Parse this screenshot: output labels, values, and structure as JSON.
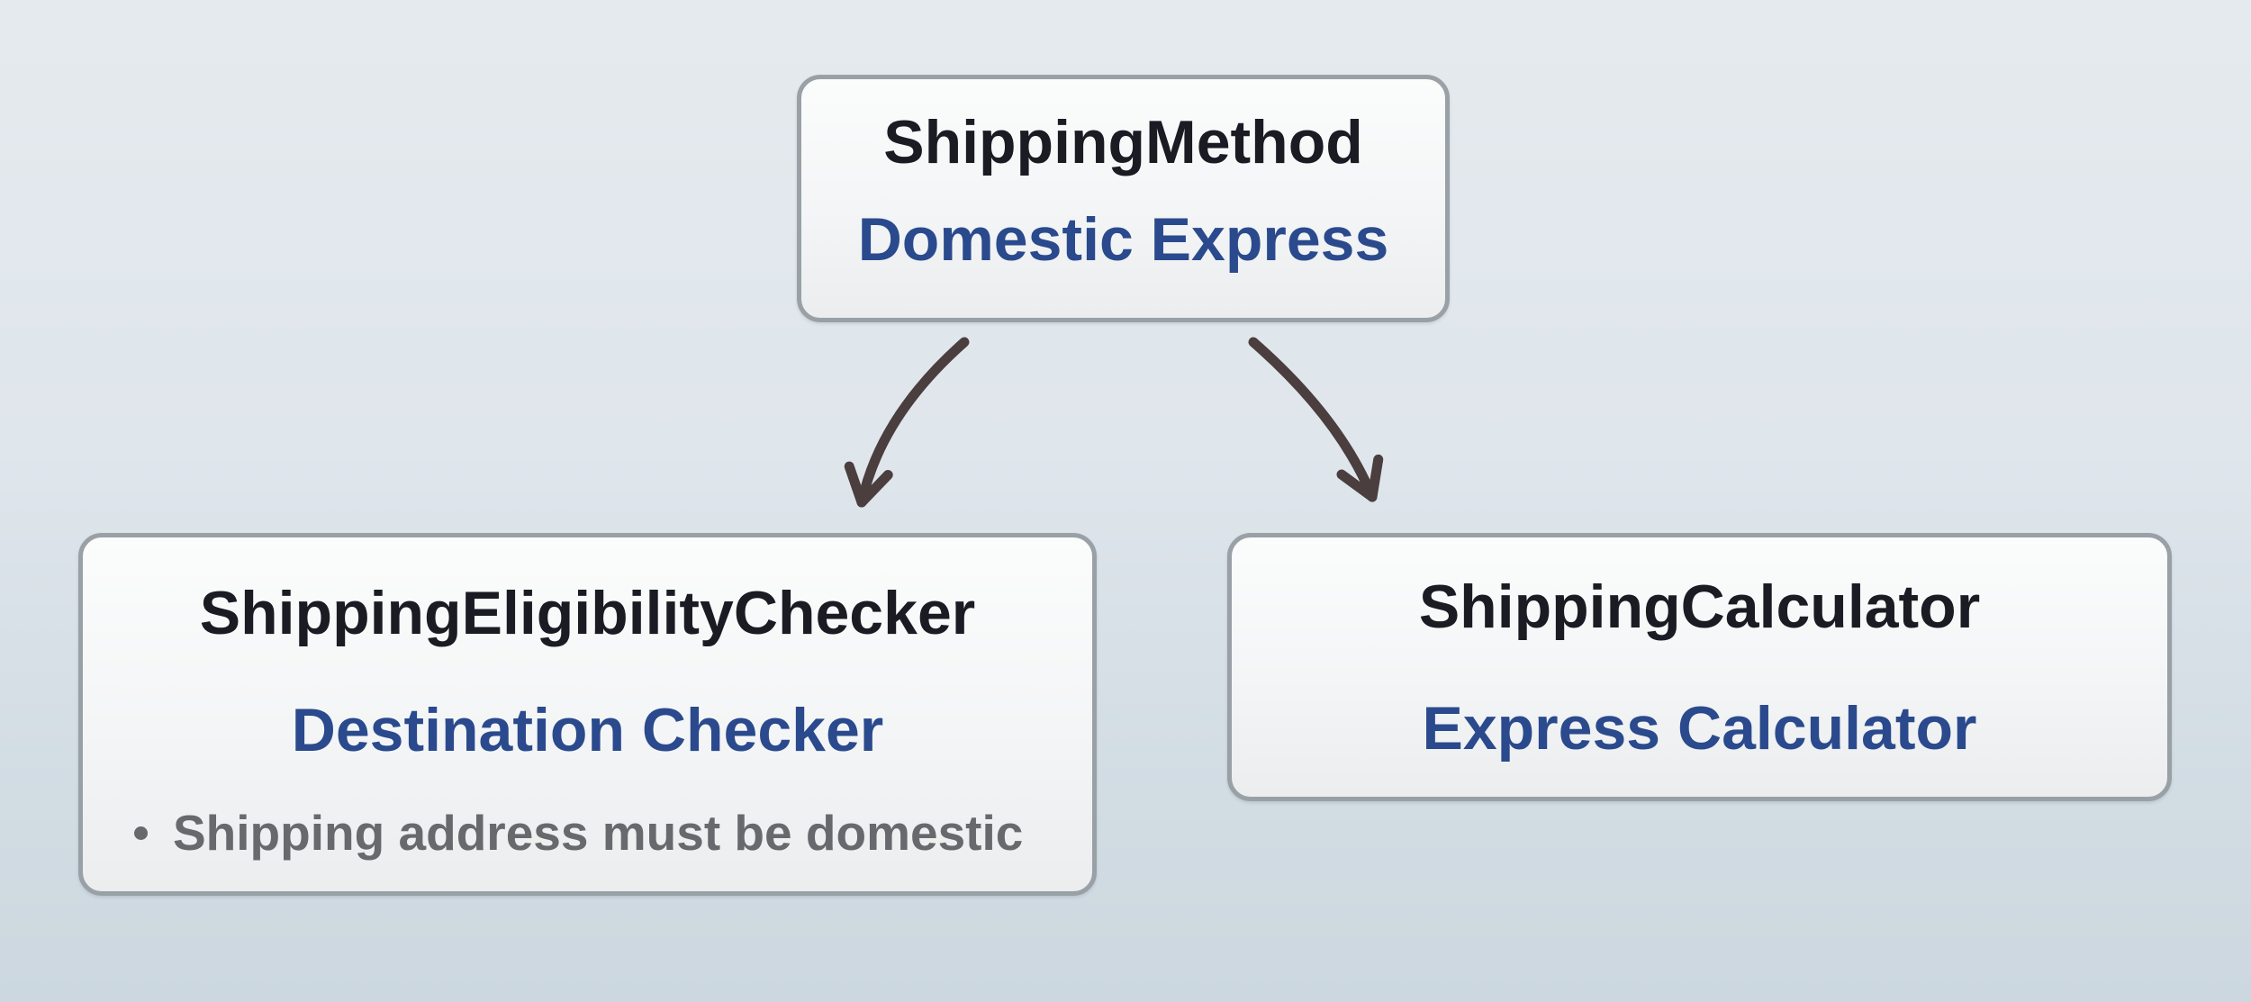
{
  "diagram": {
    "type": "hierarchy",
    "nodes": {
      "shipping_method": {
        "title": "ShippingMethod",
        "subtitle": "Domestic Express"
      },
      "eligibility_checker": {
        "title": "ShippingEligibilityChecker",
        "subtitle": "Destination Checker",
        "bullets": [
          "Shipping address must be domestic"
        ]
      },
      "calculator": {
        "title": "ShippingCalculator",
        "subtitle": "Express Calculator"
      }
    },
    "edges": [
      {
        "from": "shipping_method",
        "to": "eligibility_checker"
      },
      {
        "from": "shipping_method",
        "to": "calculator"
      }
    ]
  },
  "colors": {
    "title": "#1a1b23",
    "subtitle": "#2a4a8d",
    "bullet": "#67696c",
    "arrow": "#4a3e3e",
    "node_border": "#99a1a7",
    "bg_top": "#e5eaee",
    "bg_bottom": "#ccd7df"
  }
}
